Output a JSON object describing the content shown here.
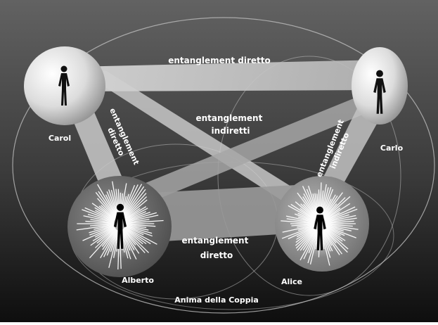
{
  "diagram": {
    "people": {
      "carol": "Carol",
      "carlo": "Carlo",
      "alberto": "Alberto",
      "alice": "Alice"
    },
    "links": {
      "top_direct": "entanglement diretto",
      "left_direct_line1": "entanglement",
      "left_direct_line2": "diretto",
      "indirect_line1": "entanglement",
      "indirect_line2": "indiretti",
      "right_indirect_line1": "entanglement",
      "right_indirect_line2": "indiretto",
      "bottom_direct_line1": "entanglement",
      "bottom_direct_line2": "diretto"
    },
    "soul_label": "Anima della Coppia"
  },
  "colors": {
    "background_top": "#5c5c5c",
    "background_bottom": "#111111",
    "text": "#ffffff"
  }
}
